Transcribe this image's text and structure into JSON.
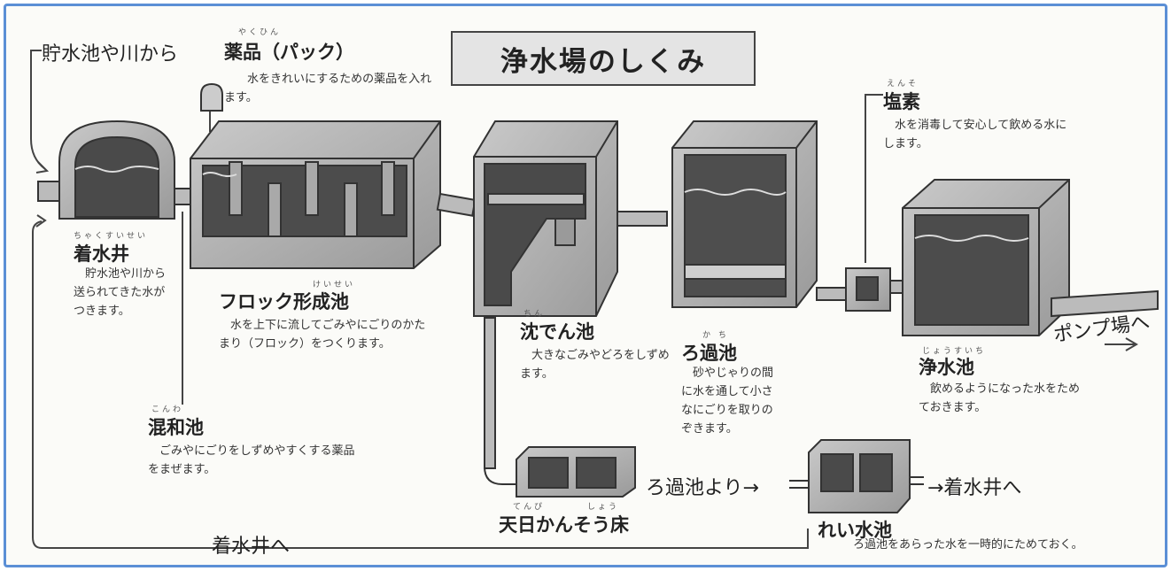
{
  "title": "浄水場のしくみ",
  "source_label": "貯水池や川から",
  "chemicals": {
    "ruby": "やくひん",
    "name": "薬品（パック）",
    "desc": "水をきれいにするための薬品を入れます。"
  },
  "receiving_well": {
    "ruby": "ちゃくすいせい",
    "name": "着水井",
    "desc": "貯水池や川から送られてきた水がつきます。"
  },
  "floc_basin": {
    "ruby": "けいせい",
    "name": "フロック形成池",
    "desc": "水を上下に流してごみやにごりのかたまり（フロック）をつくります。"
  },
  "mixing_basin": {
    "ruby": "こんわ",
    "name": "混和池",
    "desc": "ごみやにごりをしずめやすくする薬品をまぜます。"
  },
  "sedimentation": {
    "ruby": "ちん",
    "name": "沈でん池",
    "desc": "大きなごみやどろをしずめます。"
  },
  "filter": {
    "ruby": "か ち",
    "name": "ろ過池",
    "desc": "砂やじゃりの間に水を通して小さなにごりを取りのぞきます。"
  },
  "chlorine": {
    "ruby": "えんそ",
    "name": "塩素",
    "desc": "水を消毒して安心して飲める水にします。"
  },
  "clear_well": {
    "ruby": "じょうすいち",
    "name": "浄水池",
    "desc": "飲めるようになった水をためておきます。"
  },
  "pump_label": "ポンプ場へ",
  "drying_bed": {
    "ruby": "てんぴ　　　　しょう",
    "name": "天日かんそう床"
  },
  "from_filter_label": "ろ過池より→",
  "to_well_label_right": "→着水井へ",
  "washwater_basin": {
    "name": "れい水池",
    "desc": "ろ過池をあらった水を一時的にためておく。"
  },
  "to_well_label_bottom": "着水井へ"
}
